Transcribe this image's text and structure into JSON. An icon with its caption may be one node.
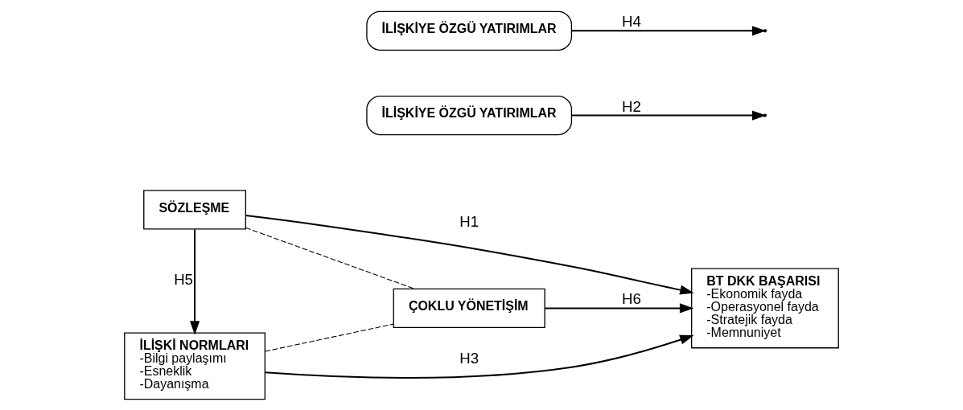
{
  "diagram": {
    "nodes": [
      {
        "text": [
          "SÖZLEŞME"
        ]
      },
      {
        "text": [
          "İLİŞKİYE ÖZGÜ YATIRIMLAR"
        ]
      },
      {
        "text": [
          "ÇOKLU YÖNETİŞİM"
        ]
      },
      {
        "text": [
          "BT DKK BAŞARISI",
          "-Ekonomik fayda",
          "-Operasyonel fayda",
          "-Stratejik fayda",
          "-Memnuniyet"
        ]
      },
      {
        "text": [
          "İLİŞKİ NORMLARI",
          "-Bilgi paylaşımı",
          "-Esneklik",
          "-Dayanışma"
        ]
      },
      {
        "text": [
          "İLİŞKİYE ÖZGÜ YATIRIMLAR"
        ]
      }
    ],
    "edges": [
      {
        "from": 0,
        "to": 3,
        "arrow": "to",
        "label": "H1"
      },
      {
        "from": 1,
        "to": null,
        "arrow": "to",
        "label": "H2"
      },
      {
        "from": 2,
        "to": 3,
        "arrow": "to",
        "label": "H6"
      },
      {
        "from": 4,
        "to": 3,
        "arrow": "to",
        "label": "H3"
      },
      {
        "from": 5,
        "to": null,
        "arrow": "to",
        "label": "H4"
      },
      {
        "from": 0,
        "to": 4,
        "arrow": "to",
        "label": "H5"
      },
      {
        "from": 0,
        "to": 2,
        "arrow": "none",
        "style": "dashed"
      },
      {
        "from": 4,
        "to": 2,
        "arrow": "none",
        "style": "dashed"
      }
    ]
  }
}
